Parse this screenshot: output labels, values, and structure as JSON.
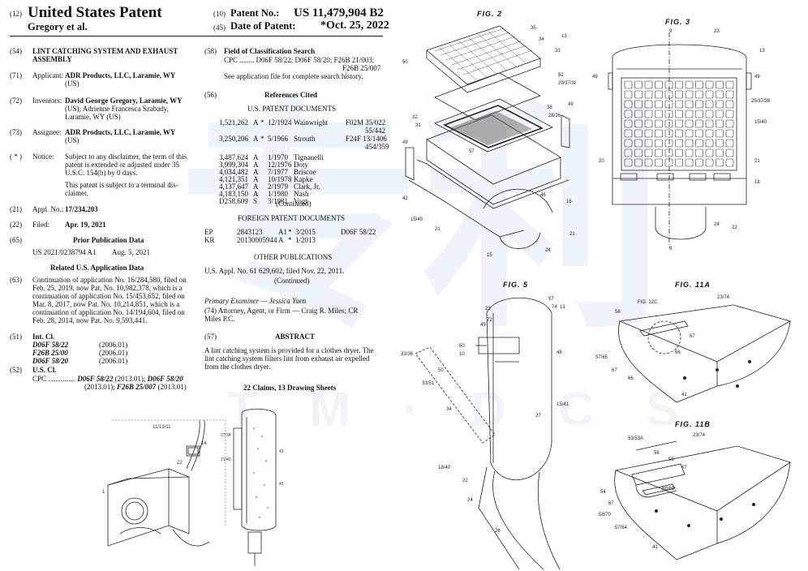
{
  "header": {
    "code12": "(12)",
    "doc_type": "United States Patent",
    "inventor_short": "Gregory et al.",
    "code10": "(10)",
    "patent_no_label": "Patent No.:",
    "patent_no": "US 11,479,904 B2",
    "code45": "(45)",
    "date_label": "Date of Patent:",
    "date": "*Oct. 25, 2022"
  },
  "left": {
    "title_code": "(54)",
    "title": [
      "LINT CATCHING SYSTEM AND EXHAUST",
      "ASSEMBLY"
    ],
    "applicant_code": "(71)",
    "applicant_label": "Applicant:",
    "applicant": [
      "ADR Products, LLC, Laramie, WY",
      "(US)"
    ],
    "inventors_code": "(72)",
    "inventors_label": "Inventors:",
    "inventors": [
      "David George Gregory, Laramie, WY",
      "(US); Adrienne Francesca Szabady,",
      "Laramie, WY (US)"
    ],
    "assignee_code": "(73)",
    "assignee_label": "Assignee:",
    "assignee": [
      "ADR Products, LLC, Laramie, WY",
      "(US)"
    ],
    "notice_code": "( * )",
    "notice_label": "Notice:",
    "notice": [
      "Subject to any disclaimer, the term of this",
      "patent is extended or adjusted under 35",
      "U.S.C. 154(b) by 0 days."
    ],
    "notice2": [
      "This patent is subject to a terminal dis-",
      "claimer."
    ],
    "appl_code": "(21)",
    "appl_label": "Appl. No.:",
    "appl_no": "17/234,203",
    "filed_code": "(22)",
    "filed_label": "Filed:",
    "filed": "Apr. 19, 2021",
    "prior_code": "(65)",
    "prior_title": "Prior Publication Data",
    "prior_pub": "US 2021/0238794 A1",
    "prior_date": "Aug. 5, 2021",
    "related_title": "Related U.S. Application Data",
    "related_code": "(63)",
    "related": [
      "Continuation of application No. 16/284,580, filed on",
      "Feb. 25, 2019, now Pat. No. 10,982,378, which is a",
      "continuation of application No. 15/453,652, filed on",
      "Mar. 8, 2017, now Pat. No. 10,214,851, which is a",
      "continuation of application No. 14/194,604, filed on",
      "Feb. 28, 2014, now Pat. No. 9,593,441."
    ],
    "intcl_code": "(51)",
    "intcl_label": "Int. Cl.",
    "intcl": [
      {
        "cls": "D06F 58/22",
        "ver": "(2006.01)"
      },
      {
        "cls": "F26B 25/00",
        "ver": "(2006.01)"
      },
      {
        "cls": "D06F 58/20",
        "ver": "(2006.01)"
      }
    ],
    "uscl_code": "(52)",
    "uscl_label": "U.S. Cl.",
    "cpc_line1_a": "CPC ...............",
    "cpc_line1_b": "D06F 58/22",
    "cpc_line1_c": "(2013.01);",
    "cpc_line1_d": "D06F 58/20",
    "cpc_line2_a": "(2013.01);",
    "cpc_line2_b": "F26B 25/007",
    "cpc_line2_c": "(2013.01)"
  },
  "right": {
    "field_code": "(58)",
    "field_title": "Field of Classification Search",
    "field_lines": [
      "CPC ........ D06F 58/22; D06F 58/20; F26B 21/003;",
      "F26B 25/007",
      "See application file for complete search history."
    ],
    "refs_code": "(56)",
    "refs_title": "References Cited",
    "us_docs_title": "U.S. PATENT DOCUMENTS",
    "us_docs": [
      {
        "no": "1,521,262",
        "kind": "A",
        "star": "*",
        "date": "12/1924",
        "name": "Wainwright",
        "cls": "F02M 35/022",
        "cls2": "55/442"
      },
      {
        "no": "3,250,206",
        "kind": "A",
        "star": "*",
        "date": "5/1966",
        "name": "Strouth",
        "cls": "F24F 13/1406",
        "cls2": "454/359"
      },
      {
        "no": "3,487,624",
        "kind": "A",
        "star": "",
        "date": "1/1970",
        "name": "Tignanelli",
        "cls": "",
        "cls2": ""
      },
      {
        "no": "3,999,304",
        "kind": "A",
        "star": "",
        "date": "12/1976",
        "name": "Doty",
        "cls": "",
        "cls2": ""
      },
      {
        "no": "4,034,482",
        "kind": "A",
        "star": "",
        "date": "7/1977",
        "name": "Briscoe",
        "cls": "",
        "cls2": ""
      },
      {
        "no": "4,121,351",
        "kind": "A",
        "star": "",
        "date": "10/1978",
        "name": "Kapke",
        "cls": "",
        "cls2": ""
      },
      {
        "no": "4,137,647",
        "kind": "A",
        "star": "",
        "date": "2/1979",
        "name": "Clark, Jr.",
        "cls": "",
        "cls2": ""
      },
      {
        "no": "4,183,150",
        "kind": "A",
        "star": "",
        "date": "1/1980",
        "name": "Nash",
        "cls": "",
        "cls2": ""
      },
      {
        "no": "D258,609",
        "kind": "S",
        "star": "",
        "date": "3/1981",
        "name": "Vogt",
        "cls": "",
        "cls2": ""
      }
    ],
    "continued": "(Continued)",
    "foreign_title": "FOREIGN PATENT DOCUMENTS",
    "foreign": [
      {
        "cc": "EP",
        "no": "2843123",
        "kind": "A1",
        "star": "*",
        "date": "3/2015",
        "cls": "D06F 58/22"
      },
      {
        "cc": "KR",
        "no": "20130005944",
        "kind": "A",
        "star": "*",
        "date": "1/2013",
        "cls": ""
      }
    ],
    "other_title": "OTHER PUBLICATIONS",
    "other": "U.S. Appl. No. 61 629,602, filed Nov. 22, 2011.",
    "continued2": "(Continued)",
    "examiner": "Primary Examiner — Jessica Yuen",
    "attorney_1": "(74) Attorney, Agent, or Firm — Craig R. Miles; CR",
    "attorney_2": "Miles P.C.",
    "abstract_code": "(57)",
    "abstract_title": "ABSTRACT",
    "abstract": [
      "A lint catching system is provided for a clothes dryer. The",
      "lint catching system filters lint from exhaust air expelled",
      "from the clothes dryer."
    ],
    "claims": "22 Claims, 13 Drawing Sheets"
  },
  "figures": {
    "fig2": "FIG. 2",
    "fig3": "FIG. 3",
    "fig5": "FIG. 5",
    "fig11a": "FIG. 11A",
    "fig11b": "FIG. 11B"
  },
  "watermark": {
    "big": "专利",
    "small": "T M · D C S"
  }
}
